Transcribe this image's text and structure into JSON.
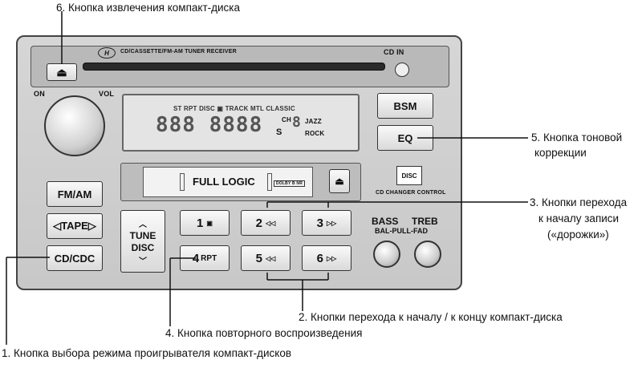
{
  "callouts": {
    "c6": "6. Кнопка извлечения компакт-диска",
    "c5_line1": "5. Кнопка тоновой",
    "c5_line2": "коррекции",
    "c3_line1": "3. Кнопки перехода",
    "c3_line2": "к началу записи",
    "c3_line3": "(«дорожки»)",
    "c2": "2. Кнопки перехода к началу / к концу компакт-диска",
    "c4": "4. Кнопка повторного воспроизведения",
    "c1": "1. Кнопка выбора режима проигрывателя компакт-дисков"
  },
  "device": {
    "model": "CD/CASSETTE/FM-AM TUNER RECEIVER",
    "cd_in": "CD  IN",
    "on_label": "ON",
    "vol_label": "VOL",
    "display": {
      "indicators": "ST  RPT  DISC ▣ TRACK  MTL  CLASSIC",
      "ch": "CH",
      "ch_digit": "8",
      "jazz": "JAZZ",
      "rock": "ROCK",
      "segments": "888 8888",
      "s_mark": "S"
    },
    "full_logic": "FULL LOGIC",
    "dolby": "DOLBY B NR",
    "cd_changer": "CD CHANGER CONTROL",
    "disc_logo": "DISC",
    "buttons": {
      "bsm": "BSM",
      "eq": "EQ",
      "fm_am": "FM/AM",
      "tape": "◁TAPE▷",
      "cd_cdc": "CD/CDC",
      "tune_line1": "TUNE",
      "tune_line2": "DISC",
      "p1": "1",
      "p2": "2",
      "p3": "3",
      "p4": "4",
      "p4_sub": "RPT",
      "p5": "5",
      "p6": "6",
      "eject": "⏏"
    },
    "bass": "BASS",
    "treb": "TREB",
    "bal_fad": "BAL-PULL-FAD"
  }
}
